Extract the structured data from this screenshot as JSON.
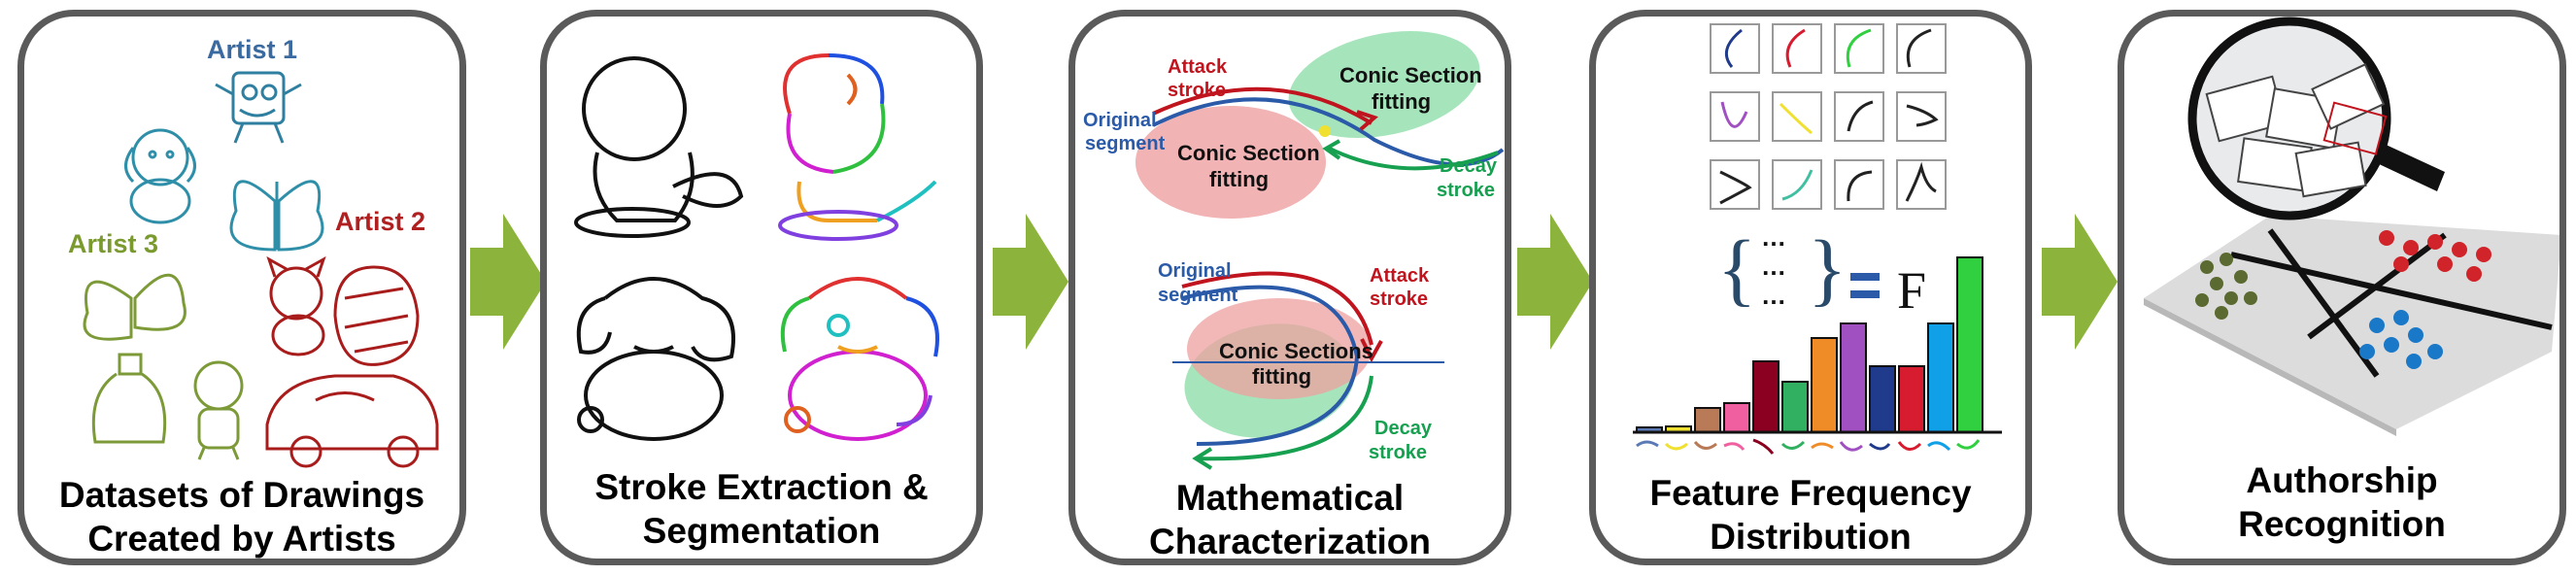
{
  "panels": [
    {
      "caption_l1": "Datasets of Drawings",
      "caption_l2": "Created by Artists",
      "artist1": "Artist 1",
      "artist2": "Artist 2",
      "artist3": "Artist 3"
    },
    {
      "caption_l1": "Stroke Extraction &",
      "caption_l2": "Segmentation"
    },
    {
      "caption_l1": "Mathematical",
      "caption_l2": "Characterization",
      "top": {
        "attack1": "Attack",
        "attack2": "stroke",
        "orig1": "Original",
        "orig2": "segment",
        "conic_left1": "Conic Section",
        "conic_left2": "fitting",
        "conic_right1": "Conic Section",
        "conic_right2": "fitting",
        "decay1": "Decay",
        "decay2": "stroke"
      },
      "bottom": {
        "orig1": "Original",
        "orig2": "segment",
        "attack1": "Attack",
        "attack2": "stroke",
        "conic1": "Conic Sections",
        "conic2": "fitting",
        "decay1": "Decay",
        "decay2": "stroke"
      }
    },
    {
      "caption_l1": "Feature Frequency",
      "caption_l2": "Distribution",
      "vector_dots": [
        "…",
        "…",
        "…"
      ],
      "feature_symbol": "F",
      "histogram": {
        "values": [
          5,
          6,
          25,
          30,
          73,
          52,
          97,
          112,
          68,
          68,
          112,
          180
        ],
        "colors": [
          "#5b7ab5",
          "#f0e030",
          "#b97a57",
          "#f060a0",
          "#8b0020",
          "#30b060",
          "#f08c28",
          "#a050c0",
          "#203a8c",
          "#d81c30",
          "#10a0e8",
          "#30d040"
        ]
      }
    },
    {
      "caption_l1": "Authorship",
      "caption_l2": "Recognition"
    }
  ],
  "colors": {
    "panel_border": "#5a5a5a",
    "arrow": "#8cb43c",
    "attack": "#c0141e",
    "decay": "#16a050",
    "original": "#2a5aa8",
    "conic_red": "#eea0a0",
    "conic_green": "#96e0b0"
  }
}
